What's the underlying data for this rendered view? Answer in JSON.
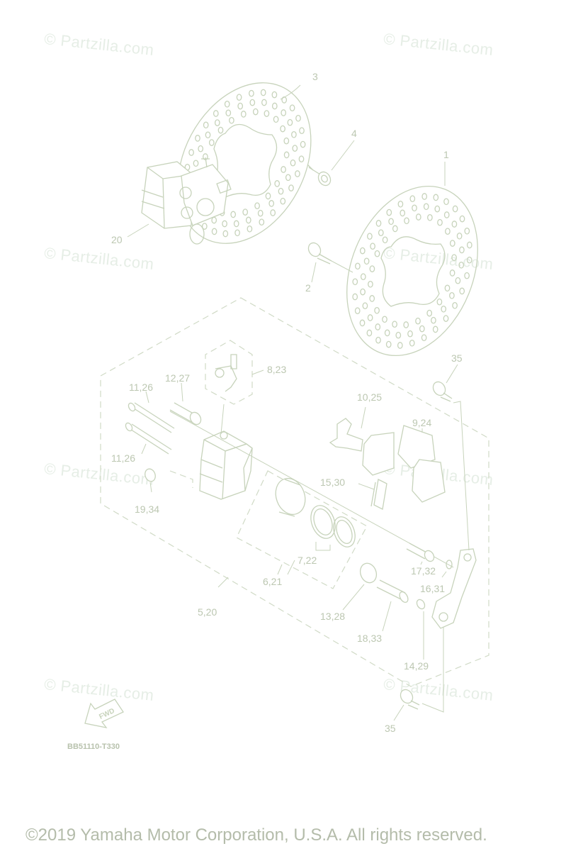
{
  "watermark": "© Partzilla.com",
  "callouts": {
    "c1": "1",
    "c2": "2",
    "c3": "3",
    "c4": "4",
    "c20": "20",
    "c8_23": "8,23",
    "c11_26a": "11,26",
    "c12_27": "12,27",
    "c11_26b": "11,26",
    "c10_25": "10,25",
    "c9_24": "9,24",
    "c35a": "35",
    "c19_34": "19,34",
    "c15_30": "15,30",
    "c7_22": "7,22",
    "c6_21": "6,21",
    "c17_32": "17,32",
    "c16_31": "16,31",
    "c5_20": "5,20",
    "c13_28": "13,28",
    "c18_33": "18,33",
    "c14_29": "14,29",
    "c35b": "35"
  },
  "fwd_label": "FWD",
  "diagram_code": "BB51110-T330",
  "copyright": "©2019 Yamaha Motor Corporation, U.S.A. All rights reserved."
}
